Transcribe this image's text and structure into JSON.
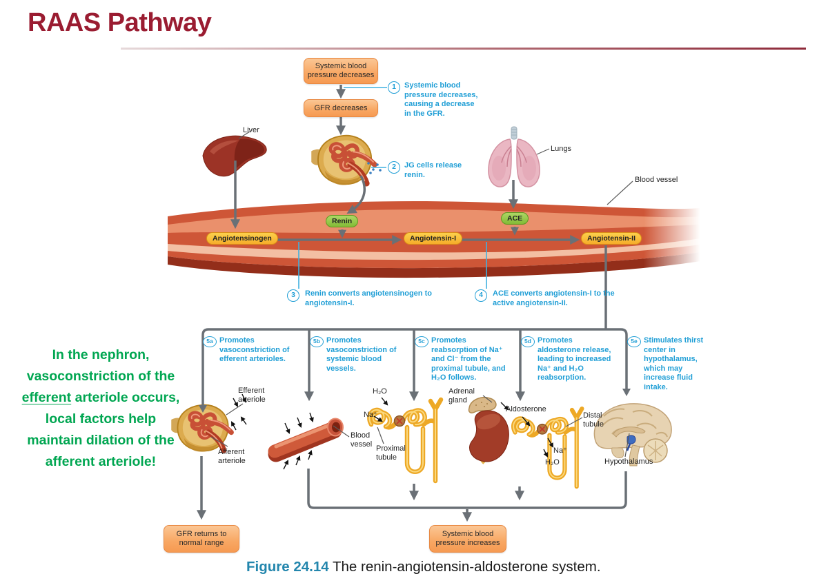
{
  "header": {
    "title": "RAAS Pathway"
  },
  "boxes": {
    "systemic_bp_decreases": "Systemic blood pressure decreases",
    "gfr_decreases": "GFR decreases",
    "gfr_returns": "GFR returns to normal range",
    "systemic_bp_increases": "Systemic blood pressure increases"
  },
  "pills": {
    "angiotensinogen": "Angiotensinogen",
    "renin": "Renin",
    "angiotensin_1": "Angiotensin-I",
    "ace": "ACE",
    "angiotensin_2": "Angiotensin-II"
  },
  "steps": {
    "s1": {
      "num": "1",
      "text": "Systemic blood pressure decreases, causing a decrease in the GFR."
    },
    "s2": {
      "num": "2",
      "text": "JG cells release renin."
    },
    "s3": {
      "num": "3",
      "text": "Renin converts angiotensinogen to angiotensin-I."
    },
    "s4": {
      "num": "4",
      "text": "ACE converts angiotensin-I to the active angiotensin-II."
    },
    "s5a": {
      "num": "5a",
      "text": "Promotes vasoconstriction of efferent arterioles."
    },
    "s5b": {
      "num": "5b",
      "text": "Promotes vasoconstriction of systemic blood vessels."
    },
    "s5c": {
      "num": "5c",
      "text": "Promotes reabsorption of Na⁺ and Cl⁻ from the proximal tubule, and H₂O follows."
    },
    "s5d": {
      "num": "5d",
      "text": "Promotes aldosterone release, leading to increased Na⁺ and H₂O reabsorption."
    },
    "s5e": {
      "num": "5e",
      "text": "Stimulates thirst center in hypothalamus, which may increase fluid intake."
    }
  },
  "labels": {
    "liver": "Liver",
    "lungs": "Lungs",
    "blood_vessel": "Blood vessel",
    "efferent_arteriole": "Efferent arteriole",
    "afferent_arteriole": "Afferent arteriole",
    "blood_vessel_2": "Blood vessel",
    "h2o": "H₂O",
    "na": "Na⁺",
    "proximal_tubule": "Proximal tubule",
    "adrenal_gland": "Adrenal gland",
    "aldosterone": "Aldosterone",
    "distal_tubule": "Distal tubule",
    "na_2": "Na⁺",
    "h2o_2": "H₂O",
    "hypothalamus": "Hypothalamus"
  },
  "note": {
    "pre": "In the nephron, vasoconstriction of the ",
    "underlined": "efferent",
    "post": " arteriole occurs, local factors help maintain dilation of the afferent arteriole!"
  },
  "caption": {
    "figure": "Figure 24.14",
    "text": " The renin-angiotensin-aldosterone system."
  },
  "colors": {
    "title_maroon": "#9a1c31",
    "step_blue": "#219fd6",
    "note_green": "#00a651",
    "caption_blue": "#2386ad",
    "box_orange": "#f8a763",
    "pill_yellow": "#f6ad2a",
    "pill_green": "#82bb35",
    "arrow_gray": "#6a7076",
    "vessel_red": "#ce5637"
  }
}
